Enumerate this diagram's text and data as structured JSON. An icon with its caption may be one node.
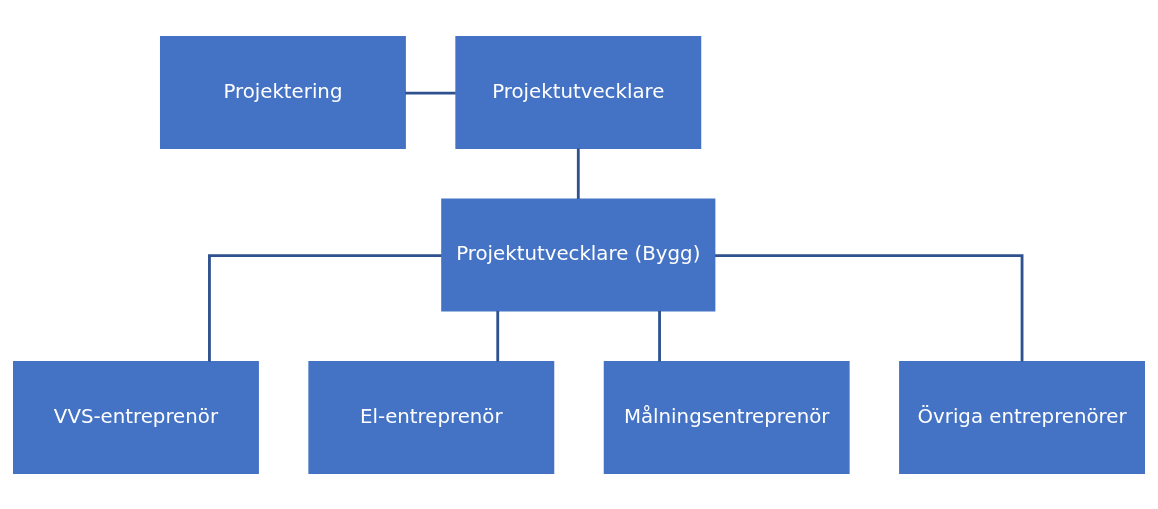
{
  "diagram": {
    "nodes": [
      {
        "text": [
          "Projektering"
        ]
      },
      {
        "text": [
          "Projektutvecklare"
        ]
      },
      {
        "text": [
          "Projektutvecklare (Bygg)"
        ]
      },
      {
        "text": [
          "VVS-entreprenör"
        ]
      },
      {
        "text": [
          "El-entreprenör"
        ]
      },
      {
        "text": [
          "Målningsentreprenör"
        ]
      },
      {
        "text": [
          "Övriga entreprenörer"
        ]
      }
    ],
    "edges": [
      {
        "from": 0,
        "to": 1,
        "arrow": "none"
      },
      {
        "from": 1,
        "to": 2,
        "arrow": "none"
      },
      {
        "from": 2,
        "to": 3,
        "arrow": "none"
      },
      {
        "from": 2,
        "to": 4,
        "arrow": "none"
      },
      {
        "from": 2,
        "to": 5,
        "arrow": "none"
      },
      {
        "from": 2,
        "to": 6,
        "arrow": "none"
      }
    ]
  }
}
